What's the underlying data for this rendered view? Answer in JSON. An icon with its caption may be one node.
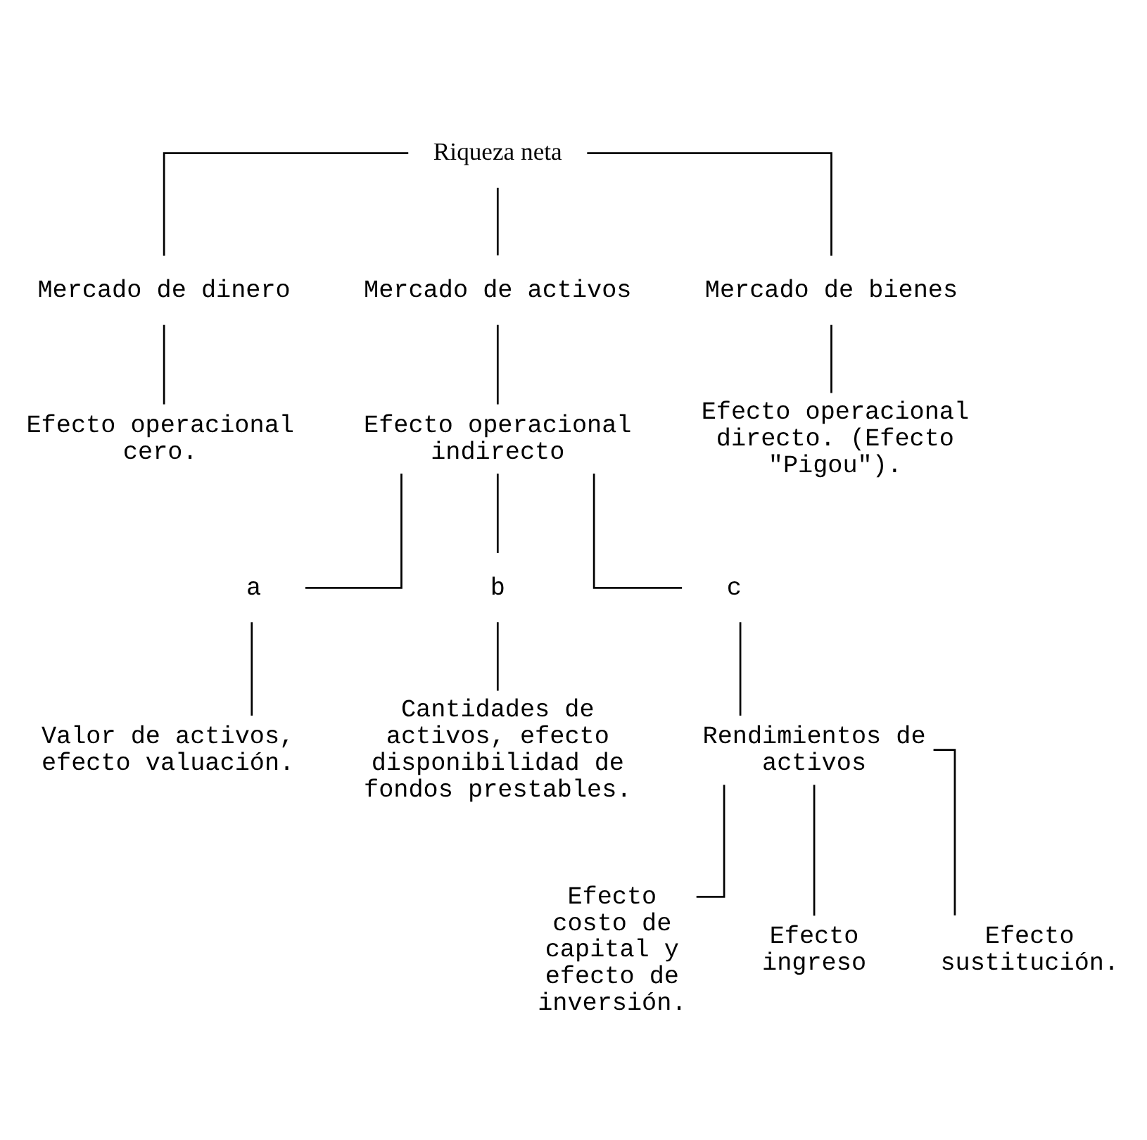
{
  "diagram": {
    "nodes": [
      {
        "text": [
          "Riqueza neta"
        ]
      },
      {
        "text": [
          "Mercado de dinero"
        ]
      },
      {
        "text": [
          "Mercado de activos"
        ]
      },
      {
        "text": [
          "Mercado de bienes"
        ]
      },
      {
        "text": [
          "Efecto operacional cero."
        ]
      },
      {
        "text": [
          "Efecto operacional indirecto"
        ]
      },
      {
        "text": [
          "Efecto operacional directo. (Efecto \"Pigou\")."
        ]
      },
      {
        "text": [
          "a"
        ]
      },
      {
        "text": [
          "b"
        ]
      },
      {
        "text": [
          "c"
        ]
      },
      {
        "text": [
          "Valor de activos, efecto valuación."
        ]
      },
      {
        "text": [
          "Cantidades de activos, efecto disponibilidad de fondos prestables."
        ]
      },
      {
        "text": [
          "Rendimientos de activos"
        ]
      },
      {
        "text": [
          "Efecto costo de capital y efecto de inversión."
        ]
      },
      {
        "text": [
          "Efecto ingreso"
        ]
      },
      {
        "text": [
          "Efecto sustitución."
        ]
      }
    ],
    "edges": [
      {
        "from": 0,
        "to": 1,
        "arrow": "none"
      },
      {
        "from": 0,
        "to": 2,
        "arrow": "none"
      },
      {
        "from": 0,
        "to": 3,
        "arrow": "none"
      },
      {
        "from": 1,
        "to": 4,
        "arrow": "none"
      },
      {
        "from": 2,
        "to": 5,
        "arrow": "none"
      },
      {
        "from": 3,
        "to": 6,
        "arrow": "none"
      },
      {
        "from": 5,
        "to": 7,
        "arrow": "none"
      },
      {
        "from": 5,
        "to": 8,
        "arrow": "none"
      },
      {
        "from": 5,
        "to": 9,
        "arrow": "none"
      },
      {
        "from": 7,
        "to": 10,
        "arrow": "none"
      },
      {
        "from": 8,
        "to": 11,
        "arrow": "none"
      },
      {
        "from": 9,
        "to": 12,
        "arrow": "none"
      },
      {
        "from": 12,
        "to": 13,
        "arrow": "none"
      },
      {
        "from": 12,
        "to": 14,
        "arrow": "none"
      },
      {
        "from": 12,
        "to": 15,
        "arrow": "none"
      }
    ]
  }
}
